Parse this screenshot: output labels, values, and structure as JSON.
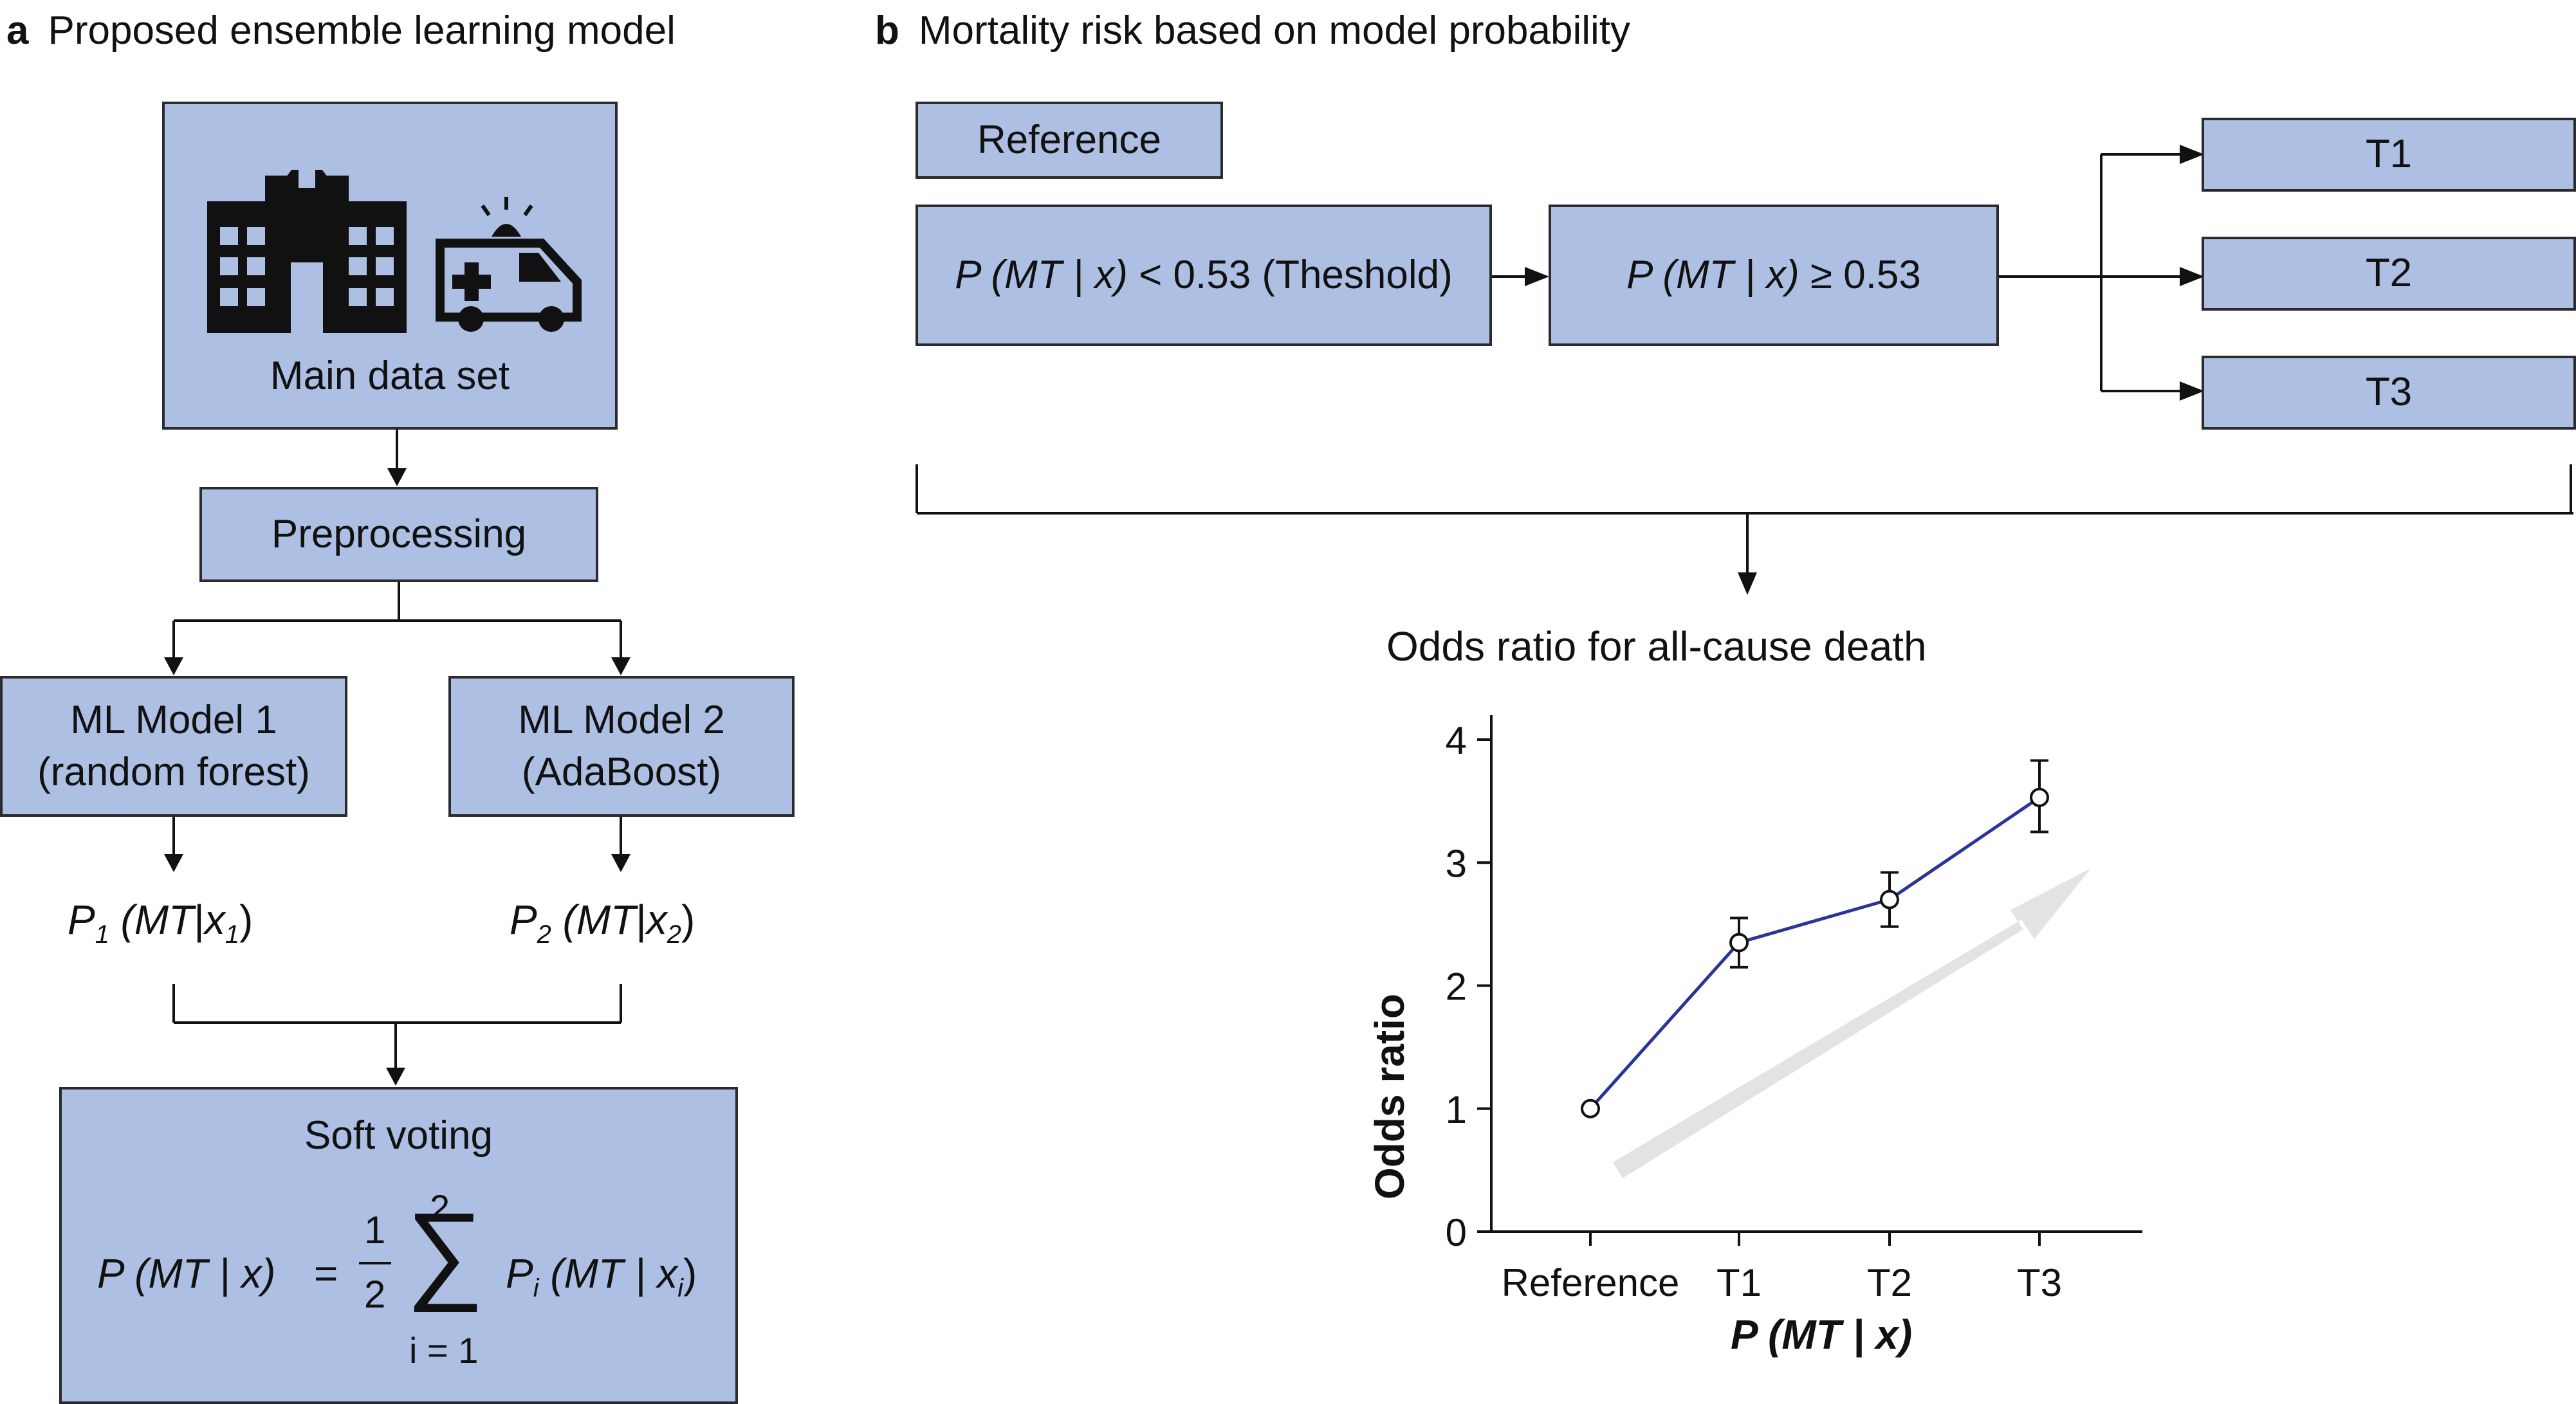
{
  "panel_a": {
    "letter": "a",
    "title": "Proposed ensemble learning model",
    "main_box_label": "Main data set",
    "preprocessing": "Preprocessing",
    "model1": {
      "line1": "ML Model 1",
      "line2": "(random forest)"
    },
    "model2": {
      "line1": "ML Model 2",
      "line2": "(AdaBoost)"
    },
    "p1": {
      "p": "P",
      "sub": "1",
      "mt": "(MT",
      "bar": "|",
      "x": "x",
      "xsub": "1",
      "close": ")"
    },
    "p2": {
      "p": "P",
      "sub": "2",
      "mt": "(MT",
      "bar": "|",
      "x": "x",
      "xsub": "2",
      "close": ")"
    },
    "soft_voting": {
      "title": "Soft voting",
      "lhs": "P (MT | x)",
      "eq": "=",
      "frac_num": "1",
      "frac_den": "2",
      "sum_top": "2",
      "sum_sym": "∑",
      "sum_bottom": "i = 1",
      "rhs_p": "P",
      "rhs_sub": "i",
      "rhs_mt": "(MT | x",
      "rhs_xsub": "i",
      "rhs_close": ")"
    },
    "icons": {
      "hospital": "hospital-icon",
      "ambulance": "ambulance-icon"
    }
  },
  "panel_b": {
    "letter": "b",
    "title": "Mortality risk based on model probability",
    "reference": "Reference",
    "threshold_box": {
      "p": "P",
      "expr": " (MT | x)",
      "rest": " < 0.53 (Theshold)"
    },
    "above_box": {
      "p": "P",
      "expr": " (MT | x)",
      "rest": " ≥ 0.53"
    },
    "tiers": [
      "T1",
      "T2",
      "T3"
    ],
    "odds_title": "Odds ratio for all-cause death",
    "arrow_color": "#e3e3e3"
  },
  "colors": {
    "box_fill": "#aebfe4",
    "line": "#2a3596",
    "text": "#111111"
  },
  "chart_data": {
    "type": "line",
    "title": "Odds ratio for all-cause death",
    "xlabel": "P (MT | x)",
    "ylabel": "Odds ratio",
    "categories": [
      "Reference",
      "T1",
      "T2",
      "T3"
    ],
    "values": [
      1.0,
      2.35,
      2.7,
      3.53
    ],
    "error_low": [
      1.0,
      2.15,
      2.48,
      3.25
    ],
    "error_high": [
      1.0,
      2.55,
      2.92,
      3.83
    ],
    "ylim": [
      0,
      4
    ],
    "yticks": [
      0,
      1,
      2,
      3,
      4
    ],
    "grid": false
  }
}
